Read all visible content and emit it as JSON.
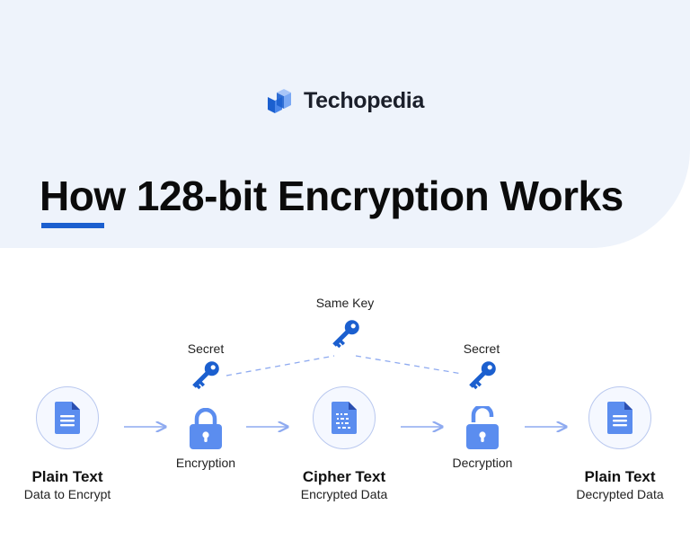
{
  "brand": {
    "name": "Techopedia",
    "color": "#1b5fcf"
  },
  "title": "How 128-bit Encryption Works",
  "colors": {
    "accent": "#1b5fcf",
    "icon_blue": "#5b8def",
    "key_blue": "#1b5fcf",
    "arrow": "#8eaaf0"
  },
  "nodes": [
    {
      "name": "Plain Text",
      "sub": "Data to Encrypt"
    },
    {
      "name": "Cipher Text",
      "sub": "Encrypted Data"
    },
    {
      "name": "Plain Text",
      "sub": "Decrypted Data"
    }
  ],
  "steps": [
    {
      "label": "Encryption",
      "icon": "locked-padlock-icon",
      "key_label": "Secret"
    },
    {
      "label": "Decryption",
      "icon": "unlocked-padlock-icon",
      "key_label": "Secret"
    }
  ],
  "shared_key": {
    "label": "Same Key",
    "icon": "key-icon"
  }
}
